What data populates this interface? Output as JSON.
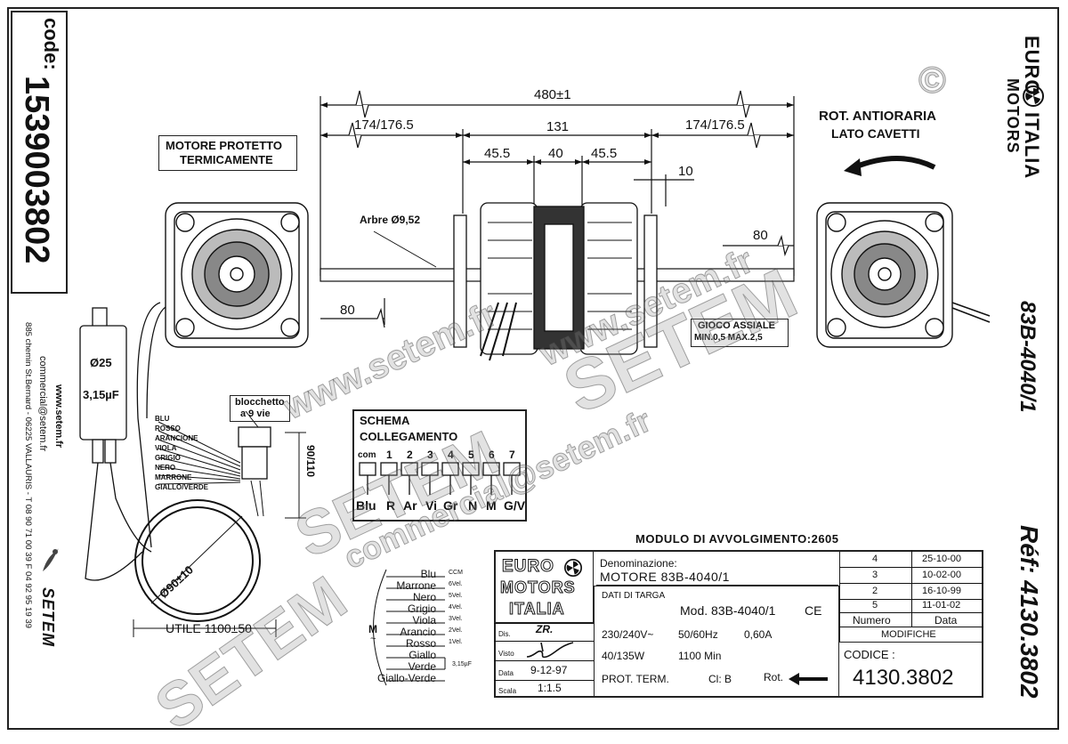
{
  "code_block": {
    "label": "code:",
    "number": "1539003802"
  },
  "brand_right": {
    "line1": "EURO",
    "line2": "ITALIA",
    "line3": "MOTORS"
  },
  "ref_vertical": {
    "model": "83B-4040/1",
    "ref": "Réf: 4130.3802"
  },
  "contact": {
    "website": "www.setem.fr",
    "email": "commercial@setem.fr",
    "address": "885 chemin St.Bernard - 06225 VALLAURIS - T 08 90 71 00 39  F 04 92 95 19 39",
    "brand": "SETEM"
  },
  "labels": {
    "motor_protected_1": "MOTORE PROTETTO",
    "motor_protected_2": "TERMICAMENTE",
    "rotation_1": "ROT. ANTIORARIA",
    "rotation_2": "LATO CAVETTI",
    "shaft": "Arbre Ø9,52",
    "axial_play_1": "GIOCO ASSIALE",
    "axial_play_2": "MIN.0,5  MAX.2,5",
    "capacitor_d": "Ø25",
    "capacitor_c": "3,15µF",
    "block_1": "blocchetto",
    "block_2": "a 9 vie",
    "cable_len": "90/110",
    "coil_d": "Ø90±10",
    "useful": "UTILE  1100±50"
  },
  "dimensions": {
    "overall": "480±1",
    "left": "174/176.5",
    "middle": "131",
    "right": "174/176.5",
    "a": "45.5",
    "b": "40",
    "c": "45.5",
    "d": "10",
    "shaft_left": "80",
    "shaft_right": "80"
  },
  "wire_colors": [
    "BLU",
    "ROSSO",
    "ARANCIONE",
    "VIOLA",
    "GRIGIO",
    "NERO",
    "MARRONE",
    "GIALLO/VERDE"
  ],
  "schema": {
    "title1": "SCHEMA",
    "title2": "COLLEGAMENTO",
    "pins": [
      "com",
      "1",
      "2",
      "3",
      "4",
      "5",
      "6",
      "7"
    ],
    "colors": [
      "Blu",
      "R",
      "Ar",
      "Vi",
      "Gr",
      "N",
      "M",
      "G/V"
    ]
  },
  "winding_module": "MODULO DI AVVOLGIMENTO:2605",
  "wiring_diagram": {
    "motor_symbol": "M",
    "rows": [
      {
        "color": "Blu",
        "speed": "CCM"
      },
      {
        "color": "Marrone",
        "speed": "6Vel."
      },
      {
        "color": "Nero",
        "speed": "5Vel."
      },
      {
        "color": "Grigio",
        "speed": "4Vel."
      },
      {
        "color": "Viola",
        "speed": "3Vel."
      },
      {
        "color": "Arancio",
        "speed": "2Vel."
      },
      {
        "color": "Rosso",
        "speed": "1Vel."
      },
      {
        "color": "Giallo",
        "speed": ""
      },
      {
        "color": "Verde",
        "speed": "3,15µF"
      },
      {
        "color": "Giallo-Verde",
        "speed": ""
      }
    ]
  },
  "title_block": {
    "logo1": "EURO",
    "logo2": "MOTORS",
    "logo3": "ITALIA",
    "denom_label": "Denominazione:",
    "denom_value": "MOTORE  83B-4040/1",
    "plate_label": "DATI DI TARGA",
    "model": "Mod. 83B-4040/1",
    "ce": "CE",
    "voltage": "230/240V~",
    "freq": "50/60Hz",
    "current": "0,60A",
    "power": "40/135W",
    "rpm": "1100 Min",
    "prot": "PROT. TERM.",
    "class": "Cl: B",
    "rot": "Rot.",
    "dis_label": "Dis.",
    "dis_value": "ZR.",
    "visto_label": "Visto",
    "data_label": "Data",
    "data_value": "9-12-97",
    "scala_label": "Scala",
    "scala_value": "1:1.5"
  },
  "revisions": {
    "rows": [
      {
        "num": "4",
        "date": "25-10-00"
      },
      {
        "num": "3",
        "date": "10-02-00"
      },
      {
        "num": "2",
        "date": "16-10-99"
      },
      {
        "num": "5",
        "date": "11-01-02"
      }
    ],
    "numero": "Numero",
    "data": "Data",
    "modifiche": "MODIFICHE",
    "codice_label": "CODICE :",
    "codice_value": "4130.3802"
  },
  "watermarks": [
    "www.setem.fr",
    "SETEM",
    "commercial@setem.fr",
    "SETEM",
    "www.setem.fr",
    "SETEM",
    "©"
  ]
}
